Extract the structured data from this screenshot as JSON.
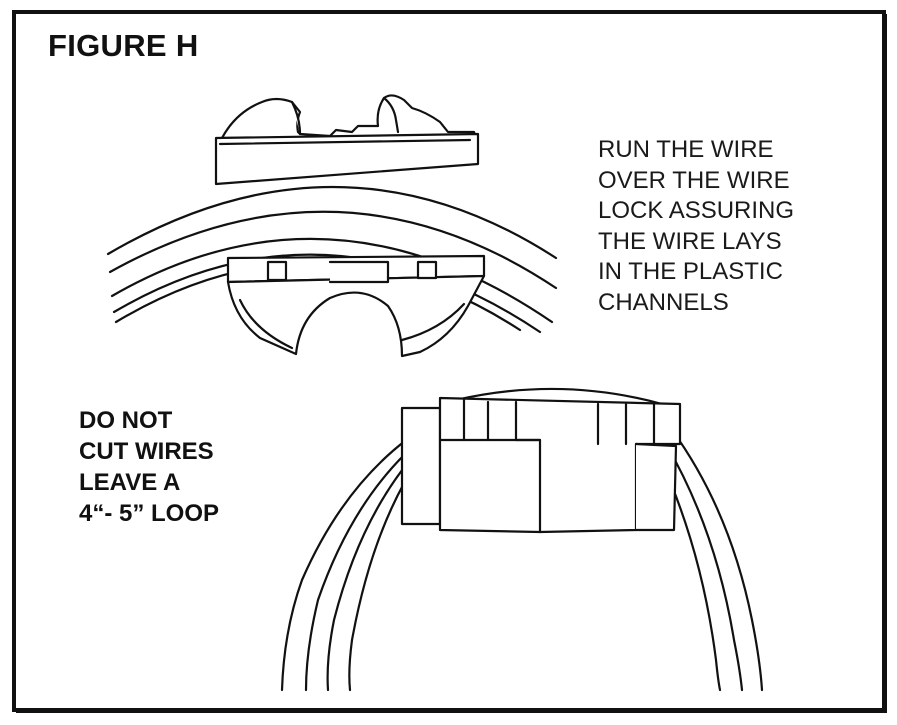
{
  "figure": {
    "title": "FIGURE H"
  },
  "instructions": {
    "run_wire": [
      "RUN THE WIRE",
      "OVER THE WIRE",
      "LOCK ASSURING",
      "THE WIRE LAYS",
      "IN THE PLASTIC",
      "CHANNELS"
    ],
    "loop_note": [
      "DO NOT",
      "CUT WIRES",
      "LEAVE A",
      "4“- 5” LOOP"
    ]
  },
  "illustrations": {
    "top": "wire-lock-over-wire",
    "bottom": "wire-lock-clip"
  }
}
